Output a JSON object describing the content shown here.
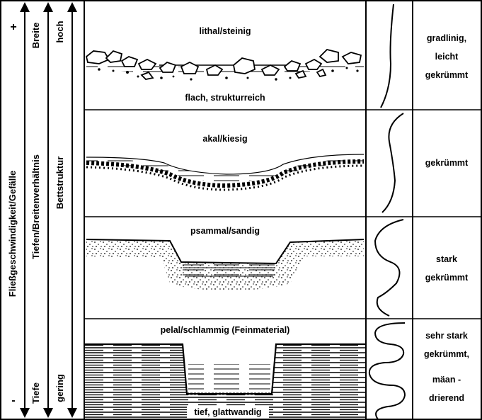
{
  "axes": {
    "axis1": {
      "label": "Fließgeschwindigkeit/Gefälle",
      "top_sign": "+",
      "bottom_sign": "-"
    },
    "axis2": {
      "label": "Tiefen/Breitenverhältnis",
      "top_label": "Breite",
      "bottom_label": "Tiefe"
    },
    "axis3": {
      "label": "Bettstruktur",
      "top_label": "hoch",
      "bottom_label": "gering"
    }
  },
  "rows": [
    {
      "substrate": "lithal/steinig",
      "profile": "flach, strukturreich",
      "curvature": [
        "gradlinig,",
        "leicht",
        "gekrümmt"
      ]
    },
    {
      "substrate": "akal/kiesig",
      "profile": "",
      "curvature": [
        "gekrümmt"
      ]
    },
    {
      "substrate": "psammal/sandig",
      "profile": "",
      "curvature": [
        "stark",
        "gekrümmt"
      ]
    },
    {
      "substrate": "pelal/schlammig (Feinmaterial)",
      "profile": "tief, glattwandig",
      "curvature": [
        "sehr stark",
        "gekrümmt,",
        "mäan -",
        "drierend"
      ]
    }
  ]
}
